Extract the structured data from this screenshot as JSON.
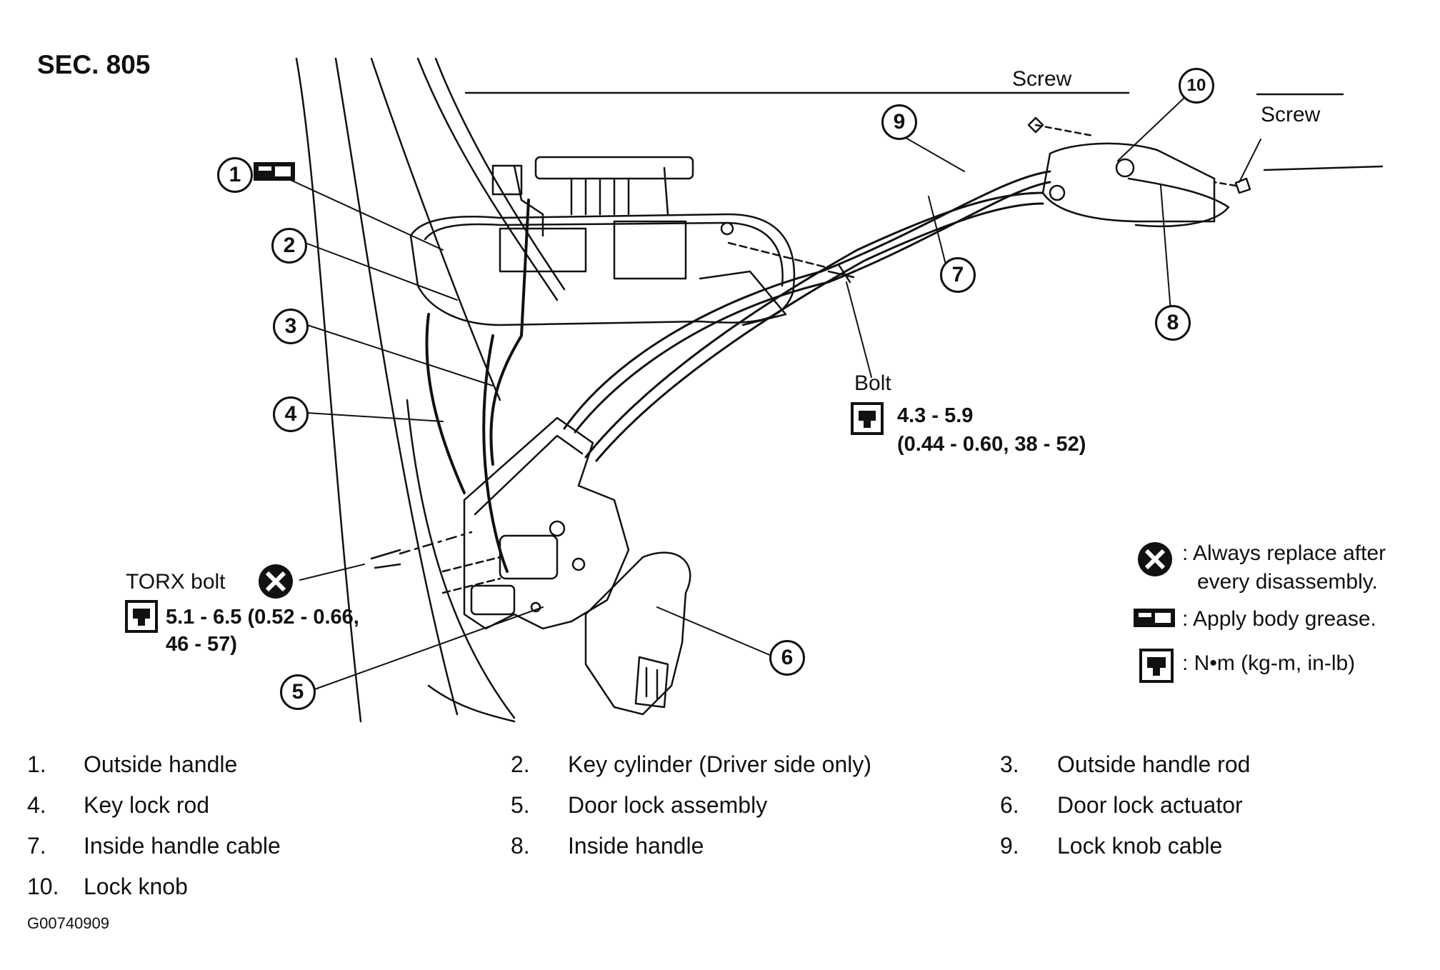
{
  "section": "SEC. 805",
  "callouts": [
    "1",
    "2",
    "3",
    "4",
    "5",
    "6",
    "7",
    "8",
    "9",
    "10"
  ],
  "labels": {
    "screw_left": "Screw",
    "screw_right": "Screw",
    "bolt": "Bolt",
    "bolt_torque_line1": "4.3 - 5.9",
    "bolt_torque_line2": "(0.44 - 0.60, 38 - 52)",
    "torx_bolt": "TORX bolt",
    "torx_torque_line1": "5.1 - 6.5 (0.52 - 0.66,",
    "torx_torque_line2": "46 - 57)"
  },
  "legend": [
    {
      "icon": "replace-symbol-icon",
      "text_line1": ": Always replace after",
      "text_line2": "every disassembly."
    },
    {
      "icon": "grease-symbol-icon",
      "text_line1": ": Apply body grease."
    },
    {
      "icon": "torque-wrench-icon",
      "text_line1": ":  N•m  (kg-m,  in-lb)"
    }
  ],
  "parts": [
    {
      "num": "1.",
      "label": "Outside handle"
    },
    {
      "num": "2.",
      "label": "Key cylinder (Driver side only)"
    },
    {
      "num": "3.",
      "label": "Outside handle rod"
    },
    {
      "num": "4.",
      "label": "Key lock rod"
    },
    {
      "num": "5.",
      "label": "Door lock assembly"
    },
    {
      "num": "6.",
      "label": "Door lock actuator"
    },
    {
      "num": "7.",
      "label": "Inside handle cable"
    },
    {
      "num": "8.",
      "label": "Inside handle"
    },
    {
      "num": "9.",
      "label": "Lock knob cable"
    },
    {
      "num": "10.",
      "label": "Lock knob"
    }
  ],
  "figure_code": "G00740909"
}
